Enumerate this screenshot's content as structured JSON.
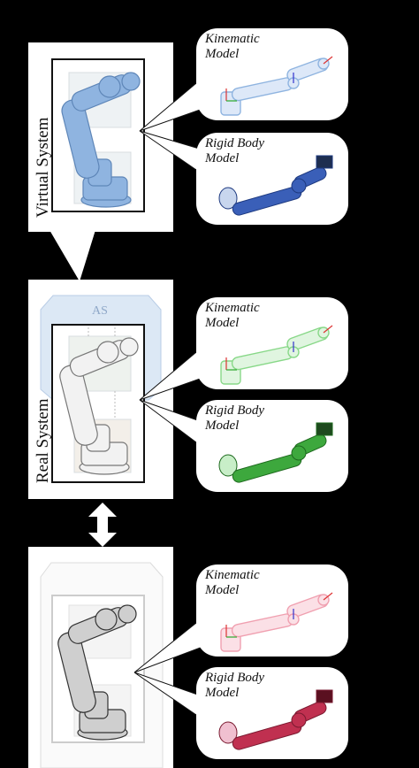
{
  "panels": {
    "top": {
      "label": "Virtual System"
    },
    "middle": {
      "label": "Real System",
      "as_label": "AS"
    },
    "bottom": {
      "label": ""
    }
  },
  "bubbles": {
    "kinematic": {
      "line1": "Kinematic",
      "line2": "Model"
    },
    "rigid": {
      "line1": "Rigid Body",
      "line2": "Model"
    }
  },
  "colors": {
    "virtual": "#8fb4e0",
    "virtual_rigid": "#3a5fb8",
    "real": "#88d888",
    "real_rigid": "#3da83d",
    "bottom": "#f0a0b0",
    "bottom_rigid": "#c03050",
    "as_fill": "#dce8f5"
  },
  "icons": [
    "robot-arm-icon",
    "double-arrow-icon"
  ]
}
